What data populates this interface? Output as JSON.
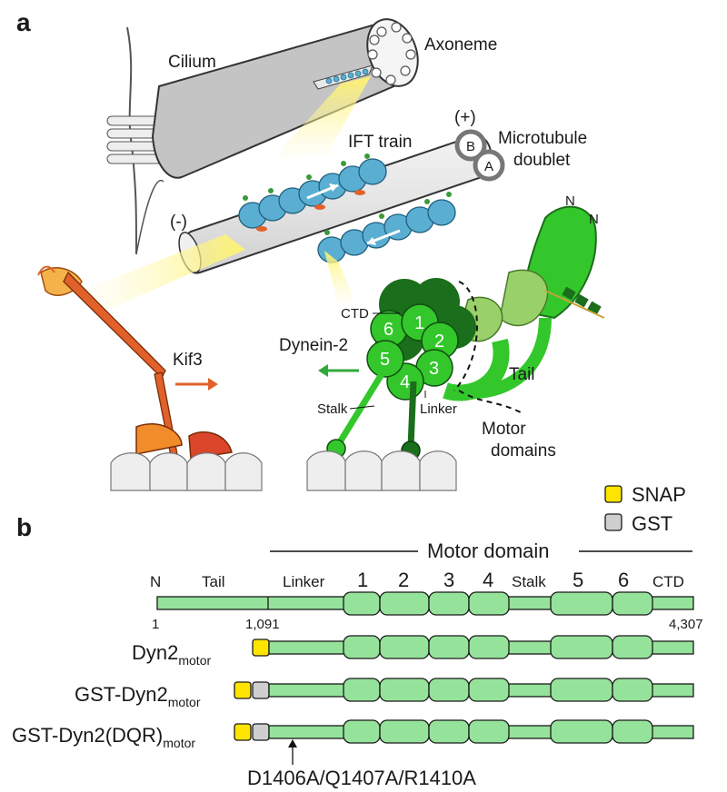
{
  "panel_a": {
    "letter": "a",
    "labels": {
      "cilium": "Cilium",
      "axoneme": "Axoneme",
      "plus_end": "(+)",
      "minus_end": "(-)",
      "ift_train": "IFT train",
      "microtubule_doublet_line1": "Microtubule",
      "microtubule_doublet_line2": "doublet",
      "tubule_b": "B",
      "tubule_a": "A",
      "kif3": "Kif3",
      "dynein2": "Dynein-2",
      "n_terminus_1": "N",
      "n_terminus_2": "N",
      "ctd": "CTD",
      "tail": "Tail",
      "stalk": "Stalk",
      "linker": "Linker",
      "motor_domains_line1": "Motor",
      "motor_domains_line2": "domains",
      "aaa": [
        "1",
        "2",
        "3",
        "4",
        "5",
        "6"
      ]
    },
    "colors": {
      "dynein_light": "#33c72b",
      "dynein_dark": "#1b6e1b",
      "kinesin": "#e0622a",
      "ift_particle": "#5aaed1",
      "cilium_gray": "#bdbdbd",
      "highlight": "#fff27a"
    }
  },
  "panel_b": {
    "letter": "b",
    "legend": [
      {
        "name": "SNAP",
        "color": "#ffe400"
      },
      {
        "name": "GST",
        "color": "#cfcfcf"
      }
    ],
    "motor_domain_title": "Motor domain",
    "header": {
      "n": "N",
      "tail": "Tail",
      "linker": "Linker",
      "d1": "1",
      "d2": "2",
      "d3": "3",
      "d4": "4",
      "stalk": "Stalk",
      "d5": "5",
      "d6": "6",
      "ctd": "CTD"
    },
    "positions": {
      "start": "1",
      "motor_start": "1,091",
      "end": "4,307"
    },
    "constructs": [
      {
        "name": "Dyn2",
        "subscript": "motor"
      },
      {
        "name": "GST-Dyn2",
        "subscript": "motor"
      },
      {
        "name": "GST-Dyn2(DQR)",
        "subscript": "motor"
      }
    ],
    "mutation": "D1406A/Q1407A/R1410A"
  }
}
